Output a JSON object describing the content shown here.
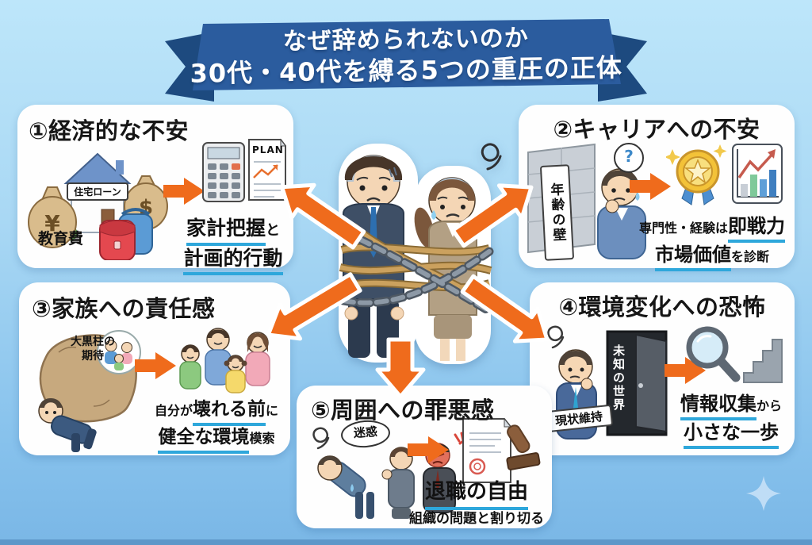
{
  "banner": {
    "line1": "なぜ辞められないのか",
    "line2": "30代・40代を縛る5つの重圧の正体"
  },
  "colors": {
    "accent_orange": "#EF6B1C",
    "underline_blue": "#2EA7DB",
    "ribbon_main": "#2B5C9E",
    "ribbon_tail": "#1D4A7F",
    "background_top": "#BDE6FA",
    "background_bottom": "#7AB7E6",
    "sparkle_blue": "#BFDDF6"
  },
  "icons": {
    "sparkle": "✦"
  },
  "cards": [
    {
      "heading": "①経済的な不安",
      "labels": {
        "money_yen": "¥",
        "house_sign": "住宅ローン",
        "money_dollar": "$",
        "education": "教育費",
        "plan": "PLAN"
      },
      "result": {
        "line1": [
          {
            "text": "家計把握",
            "em": true
          },
          {
            "text": "と",
            "em": false
          }
        ],
        "line2": [
          {
            "text": "計画的行動",
            "em": true
          }
        ]
      }
    },
    {
      "heading": "②キャリアへの不安",
      "labels": {
        "wall_sign": "年齢の壁",
        "question": "?"
      },
      "result": {
        "line1": [
          {
            "text": "専門性・経験は",
            "em": false
          },
          {
            "text": "即戦力",
            "em": true
          }
        ],
        "line2": [
          {
            "text": "市場価値",
            "em": true
          },
          {
            "text": "を診断",
            "em": false
          }
        ]
      }
    },
    {
      "heading": "③家族への責任感",
      "labels": {
        "rock_line1": "大黒柱の",
        "rock_line2": "期待"
      },
      "result": {
        "line1": [
          {
            "text": "自分が",
            "em": false
          },
          {
            "text": "壊れる前",
            "em": true
          },
          {
            "text": "に",
            "em": false
          }
        ],
        "line2": [
          {
            "text": "健全な環境",
            "em": true
          },
          {
            "text": "模索",
            "em": false
          }
        ]
      }
    },
    {
      "heading": "④環境変化への恐怖",
      "labels": {
        "sign": "現状維持",
        "door_sign": "未知の世界"
      },
      "result": {
        "line1": [
          {
            "text": "情報収集",
            "em": true
          },
          {
            "text": "から",
            "em": false
          }
        ],
        "line2": [
          {
            "text": "小さな一歩",
            "em": true
          }
        ]
      }
    },
    {
      "heading": "⑤周囲への罪悪感",
      "labels": {
        "bubble": "迷惑"
      },
      "result": {
        "line1": [
          {
            "text": "退職の自由",
            "em": true
          }
        ],
        "line2": [
          {
            "text": "組織の問題と割り切る",
            "em": false
          }
        ]
      }
    }
  ]
}
